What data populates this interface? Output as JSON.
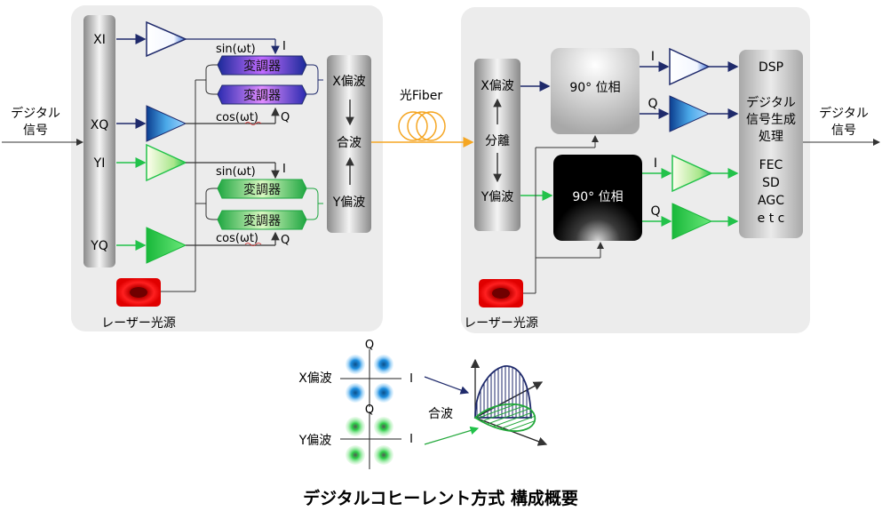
{
  "title": "デジタルコヒーレント方式 構成概要",
  "input_label": [
    "デジタル",
    "信号"
  ],
  "output_label": [
    "デジタル",
    "信号"
  ],
  "transmitter": {
    "inputs": [
      "XI",
      "XQ",
      "YI",
      "YQ"
    ],
    "laser_label": "レーザー光源",
    "modulator_label": "変調器",
    "sin_label": "sin(ωt)",
    "cos_label": "cos(ωt)",
    "i_label": "I",
    "q_label": "Q",
    "pol_x": "X偏波",
    "combine": "合波",
    "pol_y": "Y偏波"
  },
  "fiber_label": "光Fiber",
  "receiver": {
    "pol_x": "X偏波",
    "split": "分離",
    "pol_y": "Y偏波",
    "hybrid_label": "90° 位相",
    "i_label": "I",
    "q_label": "Q",
    "laser_label": "レーザー光源",
    "dsp_title": "DSP",
    "dsp_lines": [
      "デジタル",
      "信号生成",
      "処理"
    ],
    "dsp_funcs": [
      "FEC",
      "SD",
      "AGC",
      "e t c"
    ]
  },
  "constellation": {
    "x_label": "X偏波",
    "y_label": "Y偏波",
    "q_label": "Q",
    "i_label": "I",
    "combine": "合波"
  },
  "colors": {
    "panel": "#ececec",
    "navy": "#1f2a6b",
    "green": "#22c24a",
    "blue": "#1f5fcf",
    "orange": "#f5a623"
  }
}
